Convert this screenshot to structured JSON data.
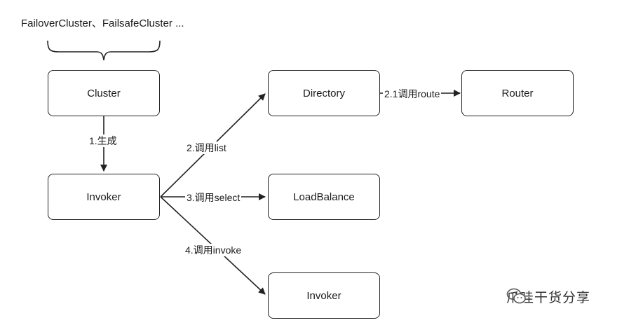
{
  "header": {
    "text": "FailoverCluster、FailsafeCluster ..."
  },
  "nodes": {
    "cluster": "Cluster",
    "invoker_main": "Invoker",
    "directory": "Directory",
    "router": "Router",
    "loadbalance": "LoadBalance",
    "invoker_target": "Invoker"
  },
  "edges": {
    "generate": "1.生成",
    "call_list": "2.调用list",
    "call_route": "2.1调用route",
    "call_select": "3.调用select",
    "call_invoke": "4.调用invoke"
  },
  "watermark": {
    "text": "爪哇干货分享",
    "icon": "wechat-icon"
  },
  "colors": {
    "line": "#222222",
    "box_border": "#222222"
  }
}
